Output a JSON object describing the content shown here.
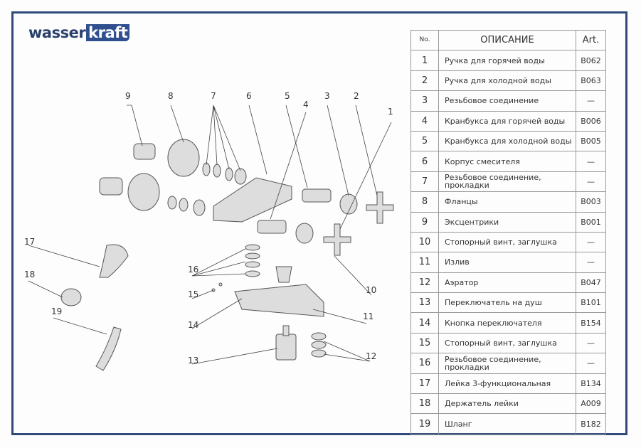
{
  "logo": {
    "text_left": "wasser",
    "text_right": "kraft"
  },
  "table": {
    "headers": {
      "no": "No.",
      "desc": "ОПИСАНИЕ",
      "art": "Art."
    },
    "rows": [
      {
        "no": "1",
        "desc": "Ручка для горячей воды",
        "art": "B062"
      },
      {
        "no": "2",
        "desc": "Ручка для холодной воды",
        "art": "B063"
      },
      {
        "no": "3",
        "desc": "Резьбовое соединение",
        "art": "—"
      },
      {
        "no": "4",
        "desc": "Кранбукса для горячей воды",
        "art": "B006"
      },
      {
        "no": "5",
        "desc": "Кранбукса для холодной воды",
        "art": "B005"
      },
      {
        "no": "6",
        "desc": "Корпус смесителя",
        "art": "—"
      },
      {
        "no": "7",
        "desc": "Резьбовое соединение, прокладки",
        "art": "—"
      },
      {
        "no": "8",
        "desc": "Фланцы",
        "art": "B003"
      },
      {
        "no": "9",
        "desc": "Эксцентрики",
        "art": "B001"
      },
      {
        "no": "10",
        "desc": "Стопорный винт, заглушка",
        "art": "—"
      },
      {
        "no": "11",
        "desc": "Излив",
        "art": "—"
      },
      {
        "no": "12",
        "desc": "Аэратор",
        "art": "B047"
      },
      {
        "no": "13",
        "desc": "Переключатель на душ",
        "art": "B101"
      },
      {
        "no": "14",
        "desc": "Кнопка переключателя",
        "art": "B154"
      },
      {
        "no": "15",
        "desc": "Стопорный винт, заглушка",
        "art": "—"
      },
      {
        "no": "16",
        "desc": "Резьбовое соединение, прокладки",
        "art": "—"
      },
      {
        "no": "17",
        "desc": "Лейка 3-функциональная",
        "art": "B134"
      },
      {
        "no": "18",
        "desc": "Держатель лейки",
        "art": "A009"
      },
      {
        "no": "19",
        "desc": "Шланг",
        "art": "B182"
      }
    ]
  },
  "callouts": [
    "1",
    "2",
    "3",
    "4",
    "5",
    "6",
    "7",
    "8",
    "9",
    "10",
    "11",
    "12",
    "13",
    "14",
    "15",
    "16",
    "17",
    "18",
    "19"
  ]
}
